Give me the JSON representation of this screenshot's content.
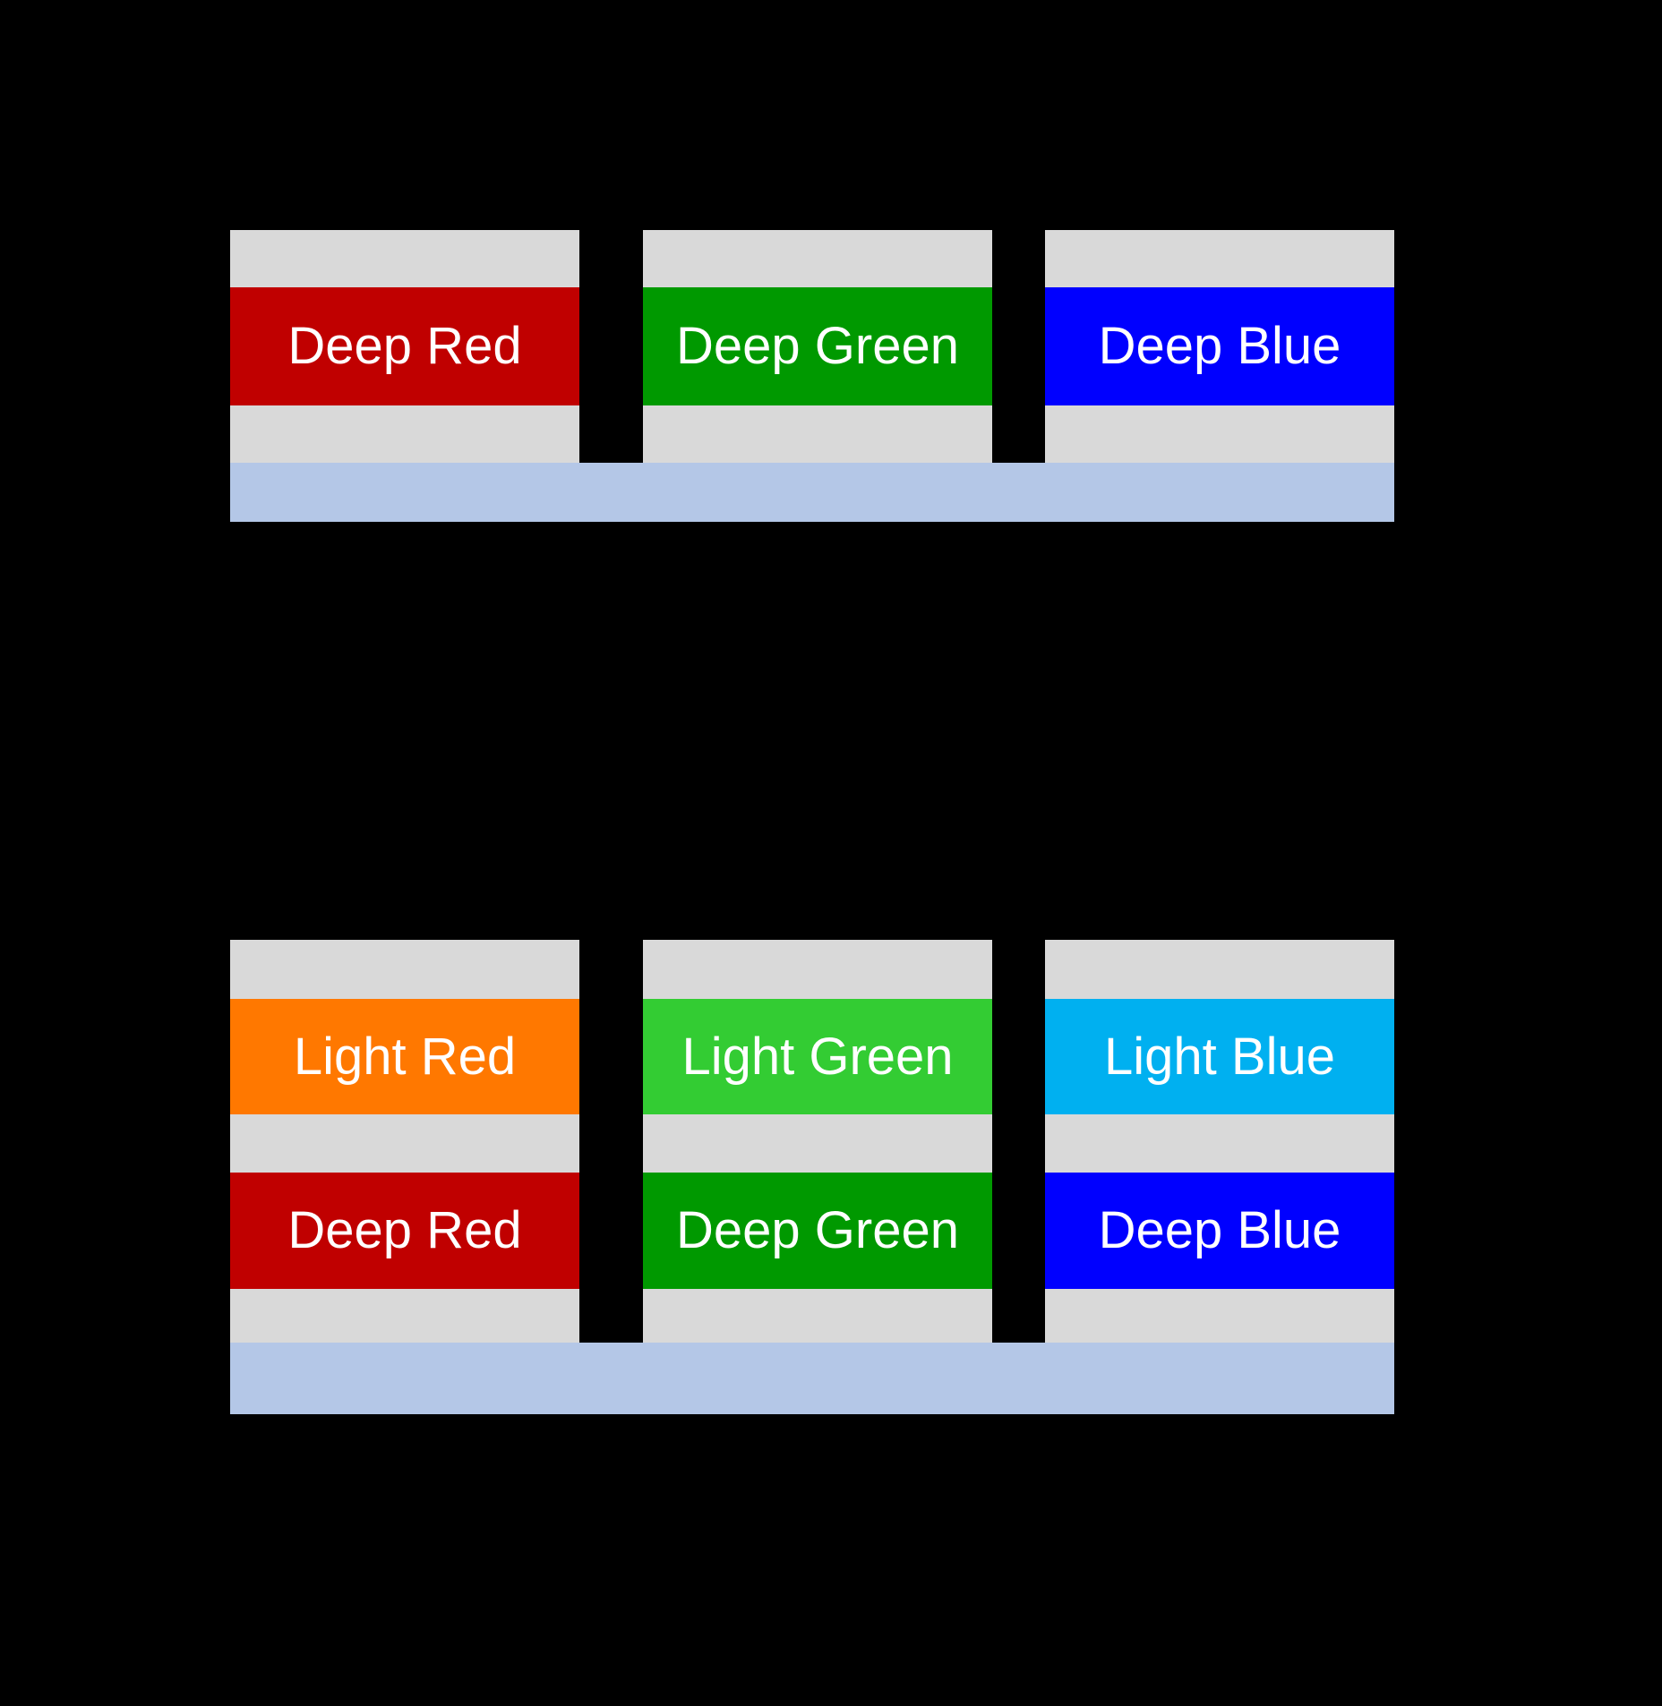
{
  "colors": {
    "background": "#000000",
    "electrode_gray": "#D9D9D9",
    "substrate_blue": "#B4C7E7",
    "label_text": "#FFFFFF"
  },
  "top_diagram": {
    "stacks": [
      {
        "label": "Deep Red",
        "color": "#C00000"
      },
      {
        "label": "Deep Green",
        "color": "#009900"
      },
      {
        "label": "Deep Blue",
        "color": "#0000FF"
      }
    ]
  },
  "bottom_diagram": {
    "stacks": [
      {
        "light_label": "Light Red",
        "light_color": "#FF7800",
        "deep_label": "Deep Red",
        "deep_color": "#C00000"
      },
      {
        "light_label": "Light Green",
        "light_color": "#33CC33",
        "deep_label": "Deep Green",
        "deep_color": "#009900"
      },
      {
        "light_label": "Light Blue",
        "light_color": "#00B0F0",
        "deep_label": "Deep Blue",
        "deep_color": "#0000FF"
      }
    ]
  }
}
